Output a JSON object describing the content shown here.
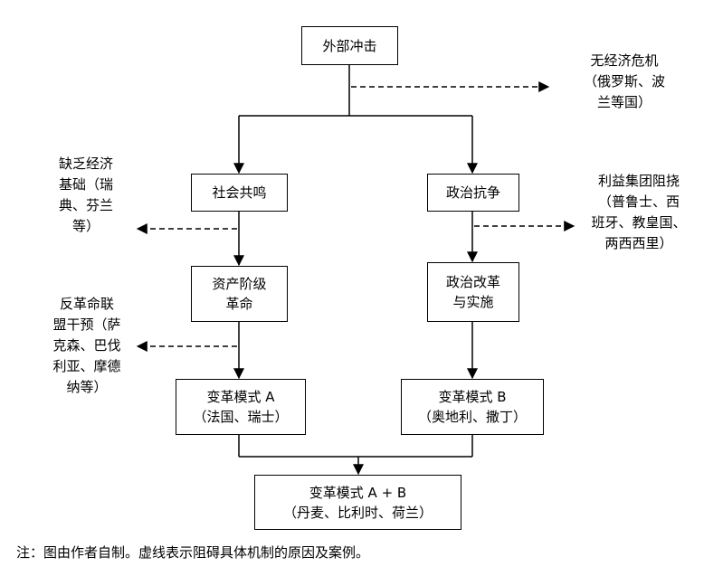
{
  "nodes": {
    "external_shock": "外部冲击",
    "social_resonance": "社会共鸣",
    "political_struggle": "政治抗争",
    "bourgeois_revolution": [
      "资产阶级",
      "革命"
    ],
    "political_reform": [
      "政治改革",
      "与实施"
    ],
    "mode_a": [
      "变革模式 A",
      "（法国、瑞士）"
    ],
    "mode_b": [
      "变革模式 B",
      "（奥地利、撒丁）"
    ],
    "mode_ab": [
      "变革模式 A + B",
      "（丹麦、比利时、荷兰）"
    ]
  },
  "notes": {
    "no_economic_crisis": [
      "无经济危机",
      "（俄罗斯、波",
      "兰等国）"
    ],
    "lack_economic_base": [
      "缺乏经济",
      "基础（瑞",
      "典、芬兰",
      "等）"
    ],
    "interest_groups": [
      "利益集团阻挠",
      "（普鲁士、西",
      "班牙、教皇国、",
      "两西西里）"
    ],
    "counter_revolution": [
      "反革命联",
      "盟干预（萨",
      "克森、巴伐",
      "利亚、摩德",
      "纳等）"
    ]
  },
  "footnote": "注：图由作者自制。虚线表示阻碍具体机制的原因及案例。"
}
